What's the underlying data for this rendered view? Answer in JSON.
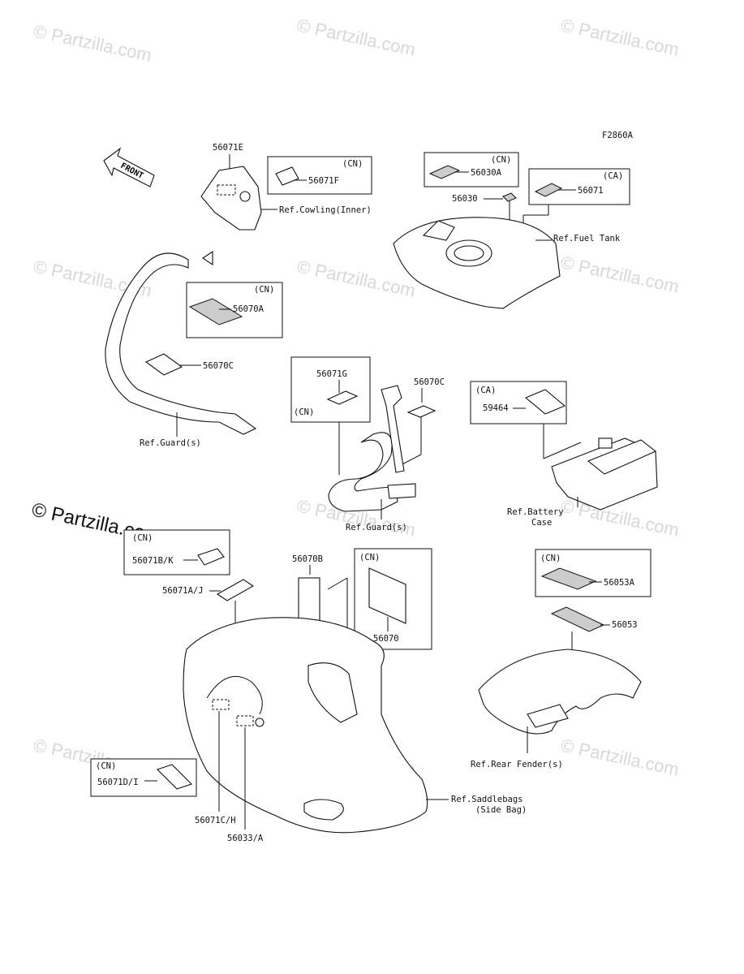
{
  "diagram_code": "F2860A",
  "front_arrow": "FRONT",
  "watermark": "© Partzilla.com",
  "watermark_main": "© Partzilla.com",
  "labels": {
    "p56071E": "56071E",
    "p56071F": "56071F",
    "cn": "(CN)",
    "ca": "(CA)",
    "ref_cowling": "Ref.Cowling(Inner)",
    "p56030A": "56030A",
    "p56030": "56030",
    "p56071": "56071",
    "ref_fuel_tank": "Ref.Fuel Tank",
    "p56070A": "56070A",
    "p56070C": "56070C",
    "ref_guards": "Ref.Guard(s)",
    "p56071G": "56071G",
    "p56070C_2": "56070C",
    "p59464": "59464",
    "ref_battery_1": "Ref.Battery",
    "ref_battery_2": "Case",
    "p56071BK": "56071B/K",
    "p56070B": "56070B",
    "p56071AJ": "56071A/J",
    "p56070": "56070",
    "p56053A": "56053A",
    "p56053": "56053",
    "ref_rear_fender": "Ref.Rear Fender(s)",
    "p56071DI": "56071D/I",
    "ref_saddle_1": "Ref.Saddlebags",
    "ref_saddle_2": "(Side Bag)",
    "p56071CH": "56071C/H",
    "p56033A": "56033/A"
  }
}
